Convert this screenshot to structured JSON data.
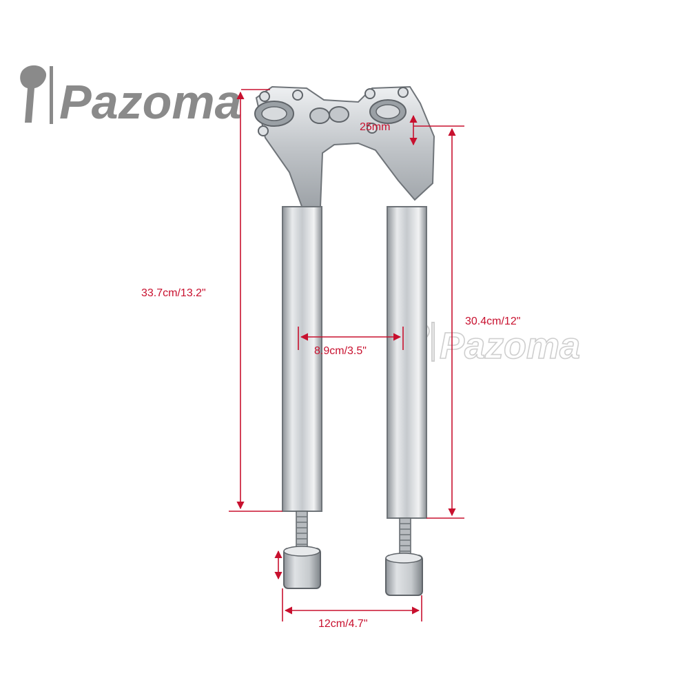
{
  "brand": {
    "name": "Pazoma",
    "watermark": "Pazoma",
    "color": "#8a8a8a"
  },
  "dimensions": {
    "total_height": "33.7cm/13.2\"",
    "rise_height": "30.4cm/12\"",
    "inner_width": "8.9cm/3.5\"",
    "bar_clamp": "25mm",
    "base_width": "12cm/4.7\""
  },
  "colors": {
    "dimension_line": "#c8102e",
    "metal_light": "#e6e8ea",
    "metal_mid": "#b8bcc0",
    "metal_dark": "#7d8287"
  }
}
